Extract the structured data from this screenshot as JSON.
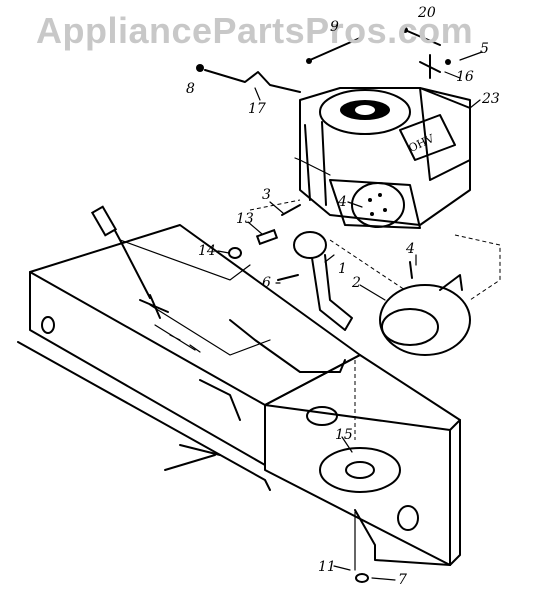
{
  "watermark": {
    "text": "AppliancePartsPros.com"
  },
  "engine_badge": {
    "text": "OHV"
  },
  "callouts": [
    {
      "id": "1",
      "label": "1"
    },
    {
      "id": "2",
      "label": "2"
    },
    {
      "id": "3",
      "label": "3"
    },
    {
      "id": "4a",
      "label": "4"
    },
    {
      "id": "4b",
      "label": "4"
    },
    {
      "id": "5",
      "label": "5"
    },
    {
      "id": "6",
      "label": "6"
    },
    {
      "id": "7",
      "label": "7"
    },
    {
      "id": "8",
      "label": "8"
    },
    {
      "id": "9",
      "label": "9"
    },
    {
      "id": "11",
      "label": "11"
    },
    {
      "id": "13",
      "label": "13"
    },
    {
      "id": "14",
      "label": "14"
    },
    {
      "id": "15",
      "label": "15"
    },
    {
      "id": "16",
      "label": "16"
    },
    {
      "id": "17",
      "label": "17"
    },
    {
      "id": "20",
      "label": "20"
    },
    {
      "id": "23",
      "label": "23"
    }
  ],
  "colors": {
    "ink": "#000000",
    "paper": "#ffffff",
    "watermark": "#c8c8c8"
  }
}
